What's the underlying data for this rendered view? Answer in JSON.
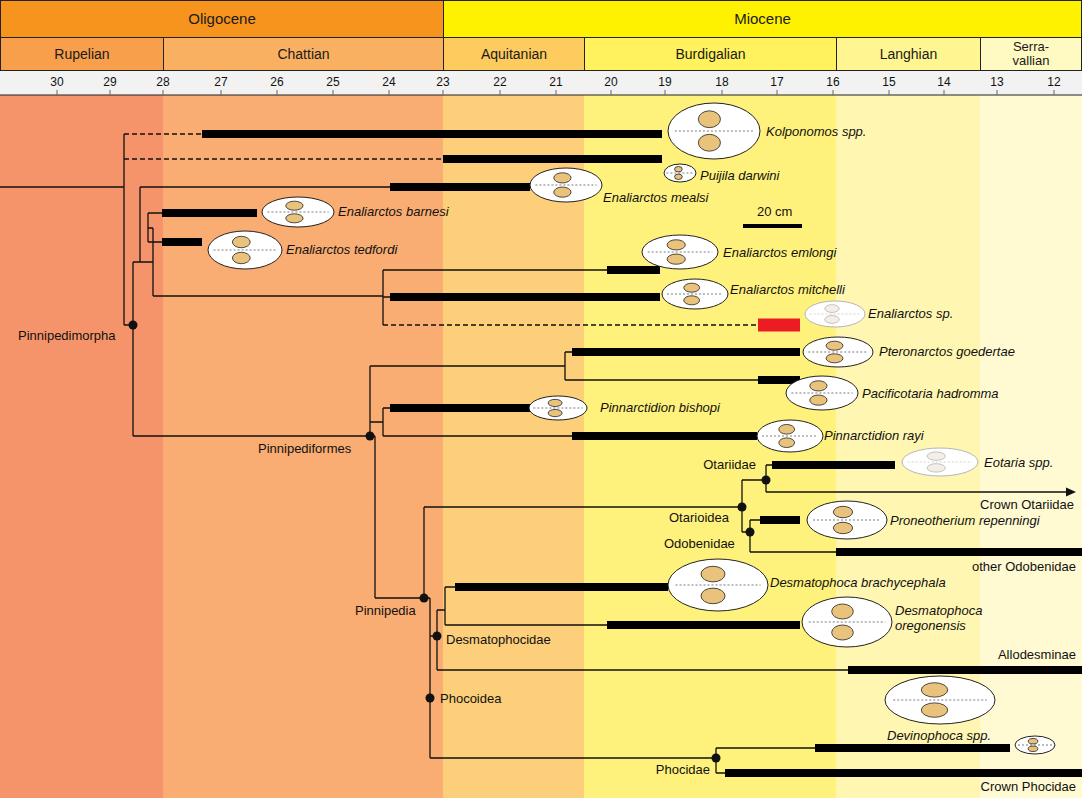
{
  "diagram": {
    "nodes": [
      {
        "text": [
          "Oligocene"
        ]
      },
      {
        "text": [
          "Miocene"
        ]
      },
      {
        "text": [
          "Rupelian"
        ]
      },
      {
        "text": [
          "Chattian"
        ]
      },
      {
        "text": [
          "Aquitanian"
        ]
      },
      {
        "text": [
          "Burdigalian"
        ]
      },
      {
        "text": [
          "Langhian"
        ]
      },
      {
        "text": [
          "Serra- vallian"
        ]
      }
    ],
    "labels": [
      "30",
      "29",
      "28",
      "27",
      "26",
      "25",
      "24",
      "23",
      "22",
      "21",
      "20",
      "19",
      "18",
      "17",
      "16",
      "15",
      "14",
      "13",
      "12",
      "Kolponomos spp.",
      "Puijila darwini",
      "Enaliarctos mealsi",
      "Enaliarctos barnesi",
      "20 cm",
      "Enaliarctos tedfordi",
      "Enaliarctos emlongi",
      "Enaliarctos mitchelli",
      "Pinnipedimorpha",
      "Enaliarctos sp.",
      "Pteronarctos goedertae",
      "Pacificotaria hadromma",
      "Pinnarctidion bishopi",
      "Pinnarctidion rayi",
      "Pinnipediformes",
      "Otariidae",
      "Eotaria spp.",
      "Crown Otariidae",
      "Otarioidea",
      "Proneotherium repenningi",
      "Odobenidae",
      "other Odobenidae",
      "Desmatophoca brachycephala",
      "Desmatophoca oregonensis",
      "Pinnipedia",
      "Desmatophocidae",
      "Allodesminae",
      "Phocoidea",
      "Devinophoca spp.",
      "Phocidae",
      "Crown Phocidae"
    ]
  }
}
